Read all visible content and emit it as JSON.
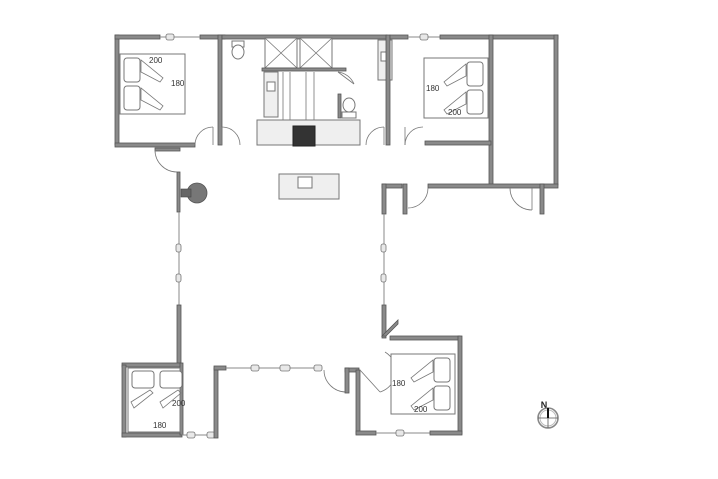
{
  "plan": {
    "bedrooms": [
      {
        "id": "bedroom-top-left",
        "bed_length": "200",
        "bed_width": "180"
      },
      {
        "id": "bedroom-top-right",
        "bed_width": "180",
        "bed_length": "200"
      },
      {
        "id": "bedroom-bottom-left",
        "bed_length": "200",
        "bed_width": "180"
      },
      {
        "id": "bedroom-bottom-right",
        "bed_width": "180",
        "bed_length": "200"
      }
    ],
    "compass": {
      "label": "N"
    },
    "colors": {
      "wall": "#8a8a8a",
      "stove": "#333333",
      "stove_round": "#777777"
    }
  }
}
